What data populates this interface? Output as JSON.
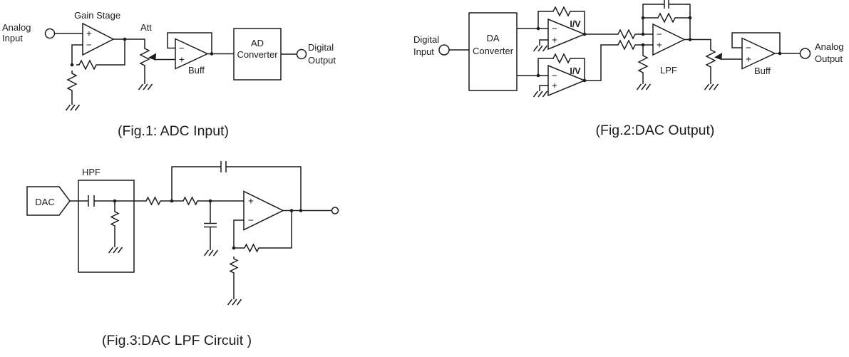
{
  "colors": {
    "ink": "#1c1c1c",
    "bg": "#ffffff"
  },
  "symbols": {
    "plus": "+",
    "minus": "−"
  },
  "fig1": {
    "caption": "(Fig.1: ADC Input)",
    "analog_input_l1": "Analog",
    "analog_input_l2": "Input",
    "gain_stage": "Gain Stage",
    "att": "Att",
    "buff": "Buff",
    "adc_l1": "AD",
    "adc_l2": "Converter",
    "digital_output_l1": "Digital",
    "digital_output_l2": "Output"
  },
  "fig2": {
    "caption": "(Fig.2:DAC Output)",
    "digital_input_l1": "Digital",
    "digital_input_l2": "Input",
    "dac_l1": "DA",
    "dac_l2": "Converter",
    "iv1": "I/V",
    "iv2": "I/V",
    "lpf": "LPF",
    "buff": "Buff",
    "analog_output_l1": "Analog",
    "analog_output_l2": "Output"
  },
  "fig3": {
    "caption": "(Fig.3:DAC LPF Circuit )",
    "dac": "DAC",
    "hpf": "HPF"
  }
}
